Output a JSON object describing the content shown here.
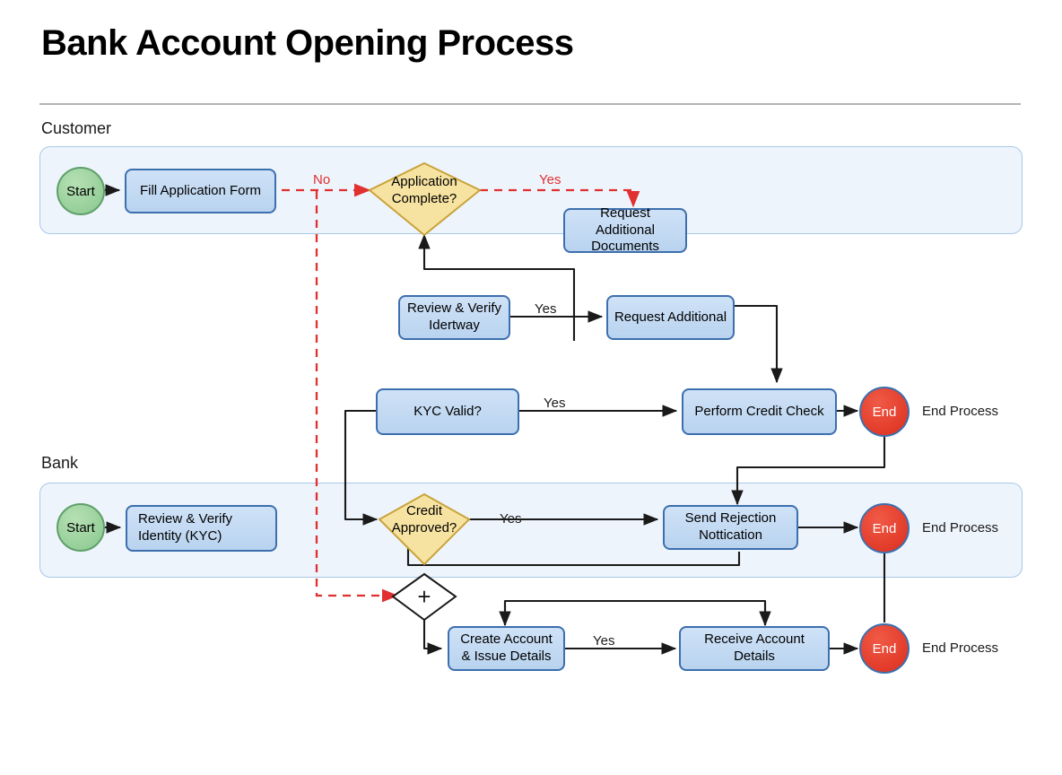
{
  "page": {
    "title": "Bank Account Opening Process",
    "background": "#ffffff"
  },
  "colors": {
    "task_fill": "#c6dcf3",
    "task_border": "#3c6fae",
    "gateway_fill": "#f7e3a1",
    "gateway_border": "#c9a33a",
    "start_fill": "#96cf99",
    "start_border": "#5fa06a",
    "end_fill": "#e23b2a",
    "end_border": "#3c6fae",
    "lane_fill": "#eef4fc",
    "lane_border": "#a8c8e8",
    "flow_default": "#1a1a1a",
    "flow_exception": "#e03030",
    "rule": "#b3b3b3"
  },
  "lanes": [
    {
      "id": "customer",
      "label": "Customer"
    },
    {
      "id": "bank",
      "label": "Bank"
    }
  ],
  "nodes": {
    "start_customer": {
      "type": "start-event",
      "label": "Start"
    },
    "fill_application": {
      "type": "task",
      "label": "Fill Application Form"
    },
    "application_complete": {
      "type": "gateway-exclusive",
      "label_line1": "Application",
      "label_line2": "Complete?"
    },
    "request_documents": {
      "type": "task",
      "label_line1": "Request Additional",
      "label_line2": "Documents"
    },
    "review_verify_idertway": {
      "type": "task",
      "label_line1": "Review & Verify",
      "label_line2": "Idertway"
    },
    "request_additional": {
      "type": "task",
      "label": "Request Additional"
    },
    "kyc_valid": {
      "type": "task",
      "label": "KYC Valid?"
    },
    "perform_credit_check": {
      "type": "task",
      "label": "Perform Credit Check"
    },
    "end_credit": {
      "type": "end-event",
      "label": "End",
      "caption": "End Process"
    },
    "start_bank": {
      "type": "start-event",
      "label": "Start"
    },
    "review_verify_identity": {
      "type": "task",
      "label_line1": "Review & Verify",
      "label_line2": "Identity (KYC)"
    },
    "credit_approved": {
      "type": "gateway-exclusive",
      "label_line1": "Credit",
      "label_line2": "Approved?"
    },
    "send_rejection": {
      "type": "task",
      "label_line1": "Send Rejection",
      "label_line2": "Nottication"
    },
    "end_rejection": {
      "type": "end-event",
      "label": "End",
      "caption": "End Process"
    },
    "parallel_gateway": {
      "type": "gateway-parallel",
      "label": "+"
    },
    "create_account": {
      "type": "task",
      "label_line1": "Create Account",
      "label_line2": "& Issue Details"
    },
    "receive_account_details": {
      "type": "task",
      "label": "Receive Account Details"
    },
    "end_account": {
      "type": "end-event",
      "label": "End",
      "caption": "End Process"
    }
  },
  "edge_labels": {
    "no_incomplete": "No",
    "yes_documents": "Yes",
    "yes_review": "Yes",
    "yes_kyc": "Yes",
    "yes_credit": "Yes",
    "yes_create": "Yes"
  }
}
